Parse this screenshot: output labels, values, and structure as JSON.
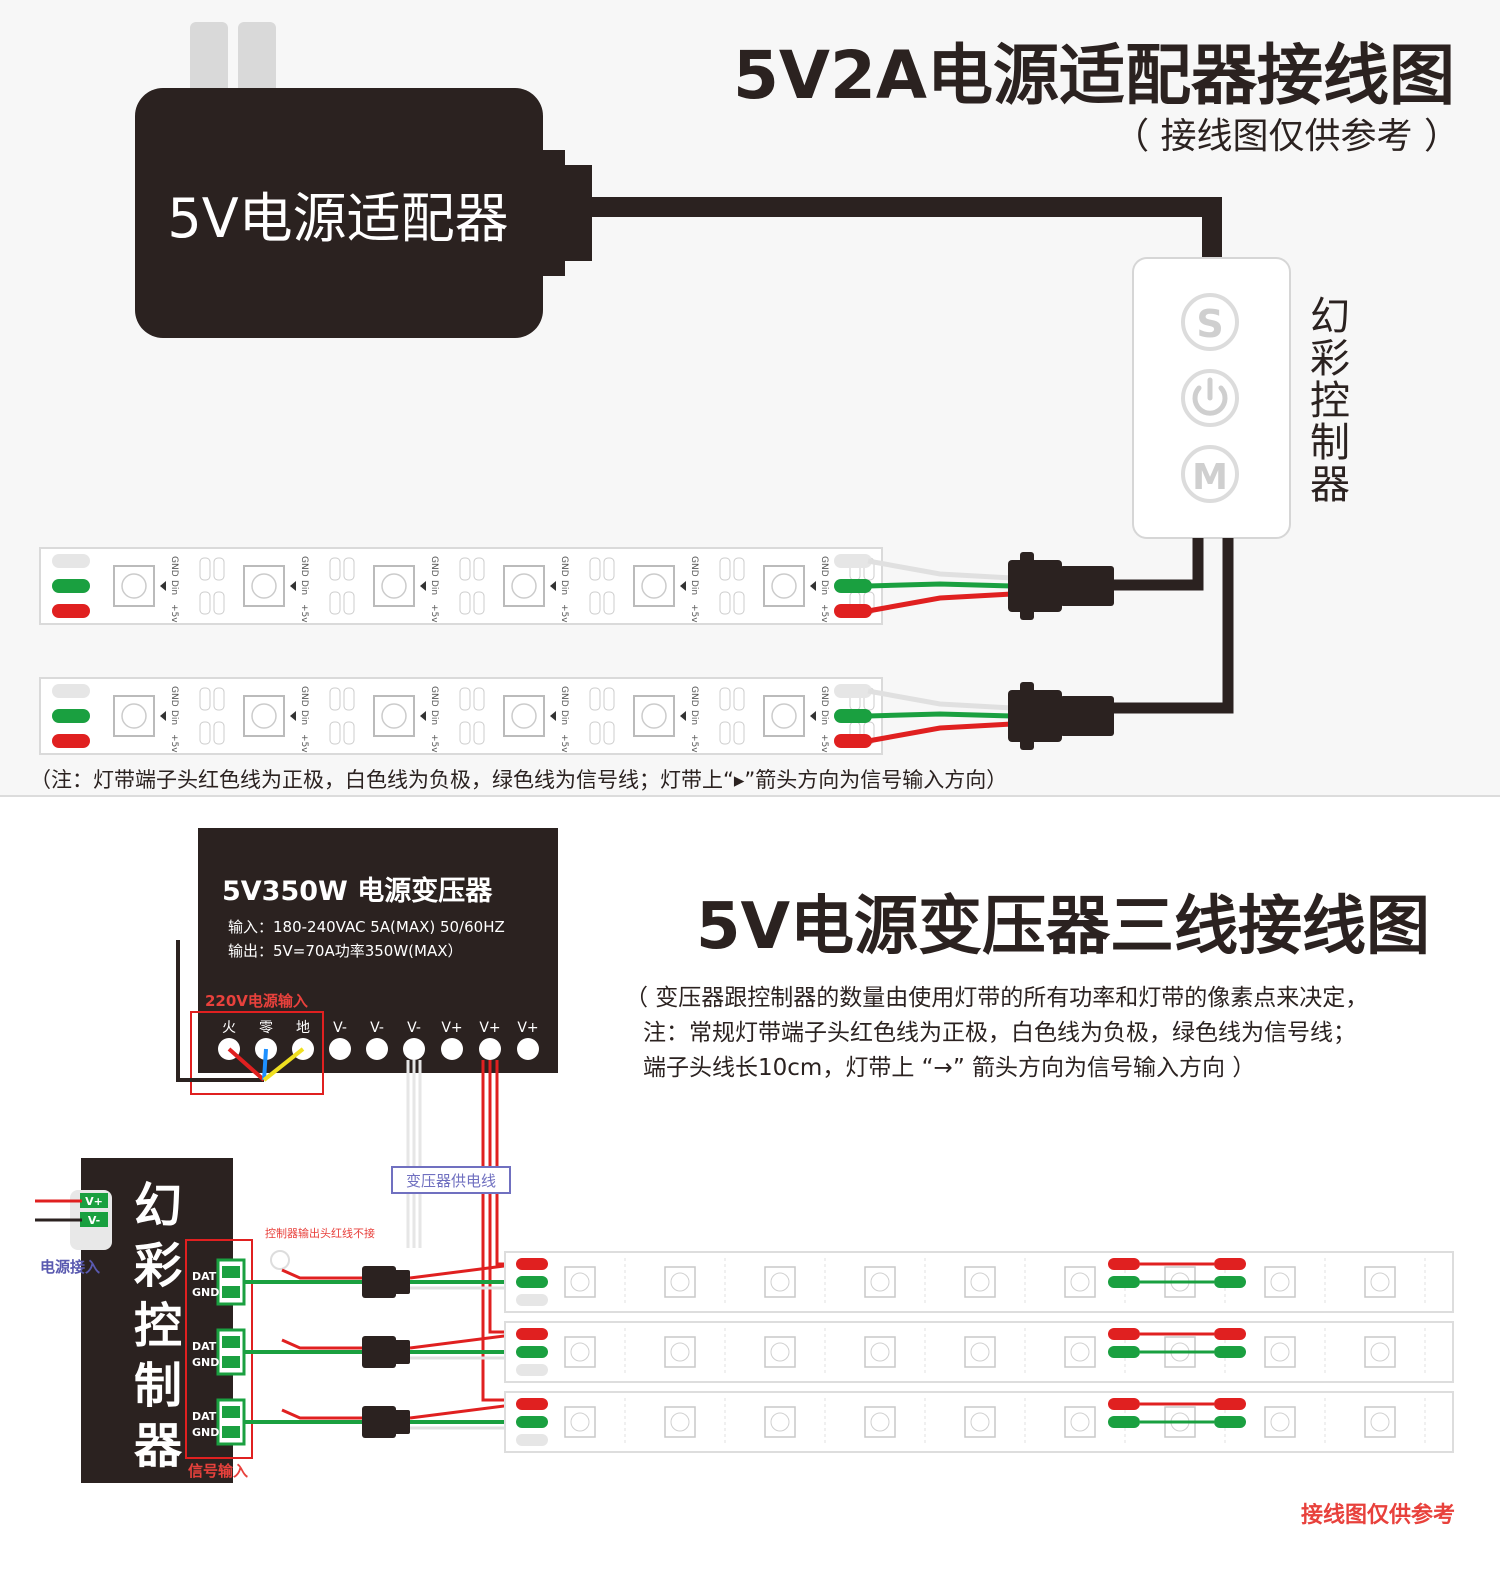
{
  "top": {
    "title": "5V2A电源适配器接线图",
    "subtitle": "（ 接线图仅供参考 ）",
    "adapter_label": "5V电源适配器",
    "controller_label": "幻彩控制器",
    "controller_chars": [
      "幻",
      "彩",
      "控",
      "制",
      "器"
    ],
    "buttons": {
      "s": "S",
      "m": "M"
    },
    "strip_pad_labels": [
      "GND",
      "Din",
      "+5v"
    ],
    "note": "（注：灯带端子头红色线为正极，白色线为负极，绿色线为信号线；灯带上“▸”箭头方向为信号输入方向）"
  },
  "bottom": {
    "title": "5V电源变压器三线接线图",
    "psu": {
      "title": "5V350W 电源变压器",
      "input": "输入：180-240VAC  5A(MAX) 50/60HZ",
      "output": "输出：5V=70A功率350W(MAX）",
      "ac_label": "220V电源输入",
      "ac_terms": [
        "火",
        "零",
        "地"
      ],
      "dc_terms": [
        "V-",
        "V-",
        "V-",
        "V+",
        "V+",
        "V+"
      ]
    },
    "notes": [
      "（ 变压器跟控制器的数量由使用灯带的所有功率和灯带的像素点来决定，",
      "注：常规灯带端子头红色线为正极，白色线为负极，绿色线为信号线；",
      "端子头线长10cm，灯带上 “→” 箭头方向为信号输入方向 ）"
    ],
    "controller_chars": [
      "幻",
      "彩",
      "控",
      "制",
      "器"
    ],
    "vplus_labels": [
      "V+",
      "V-"
    ],
    "power_in_label": "电源接入",
    "signal_label": "信号输入",
    "port_labels": [
      "DAT",
      "GND"
    ],
    "warn_label": "控制器输出头红线不接",
    "sleeve_label": "变压器供电线",
    "footer": "接线图仅供参考"
  },
  "colors": {
    "dark": "#2b2220",
    "red": "#e02020",
    "green": "#1aa040",
    "accent_red": "#e8413c"
  }
}
